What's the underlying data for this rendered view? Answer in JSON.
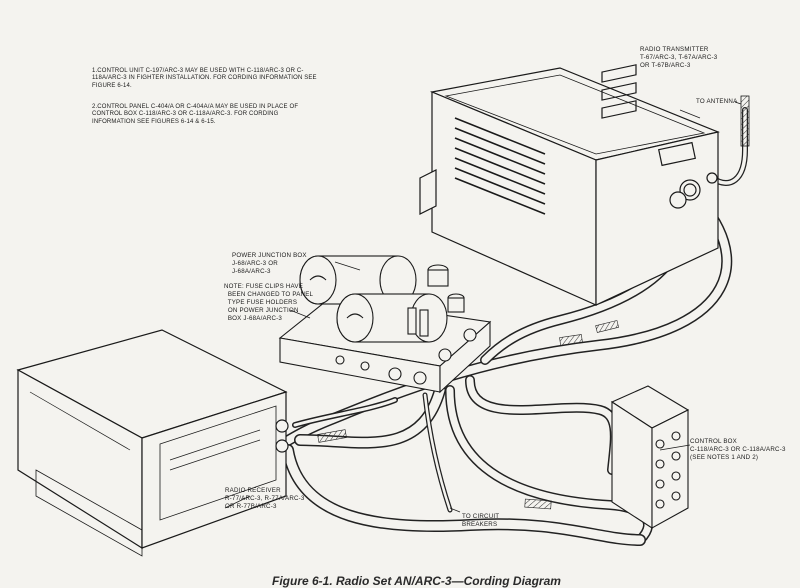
{
  "notes": [
    "1.CONTROL UNIT C-197/ARC-3 MAY BE USED WITH C-118/ARC-3 OR C-118A/ARC-3 IN FIGHTER INSTALLATION. FOR CORDING INFORMATION SEE FIGURE 6-14.",
    "2.CONTROL PANEL C-404/A OR C-404A/A MAY BE USED IN PLACE OF CONTROL BOX C-118/ARC-3 OR C-118A/ARC-3. FOR CORDING INFORMATION SEE FIGURES 6-14 & 6-15."
  ],
  "labels": {
    "transmitter": "RADIO TRANSMITTER\nT-67/ARC-3, T-67A/ARC-3\nOR T-67B/ARC-3",
    "antenna": "TO ANTENNA",
    "junction_box": "POWER JUNCTION BOX\nJ-68/ARC-3 OR\nJ-68A/ARC-3",
    "fuse_note": "NOTE: FUSE CLIPS HAVE\n  BEEN CHANGED TO PANEL\n  TYPE FUSE HOLDERS\n  ON POWER JUNCTION\n  BOX J-68A/ARC-3",
    "control_box": "CONTROL BOX\nC-118/ARC-3 OR C-118A/ARC-3\n(SEE NOTES 1 AND 2)",
    "receiver": "RADIO RECEIVER\nR-77/ARC-3, R-77A/ARC-3\nOR R-77B/ARC-3",
    "breakers": "TO CIRCUIT\nBREAKERS"
  },
  "caption": "Figure 6-1.   Radio Set AN/ARC-3—Cording Diagram"
}
